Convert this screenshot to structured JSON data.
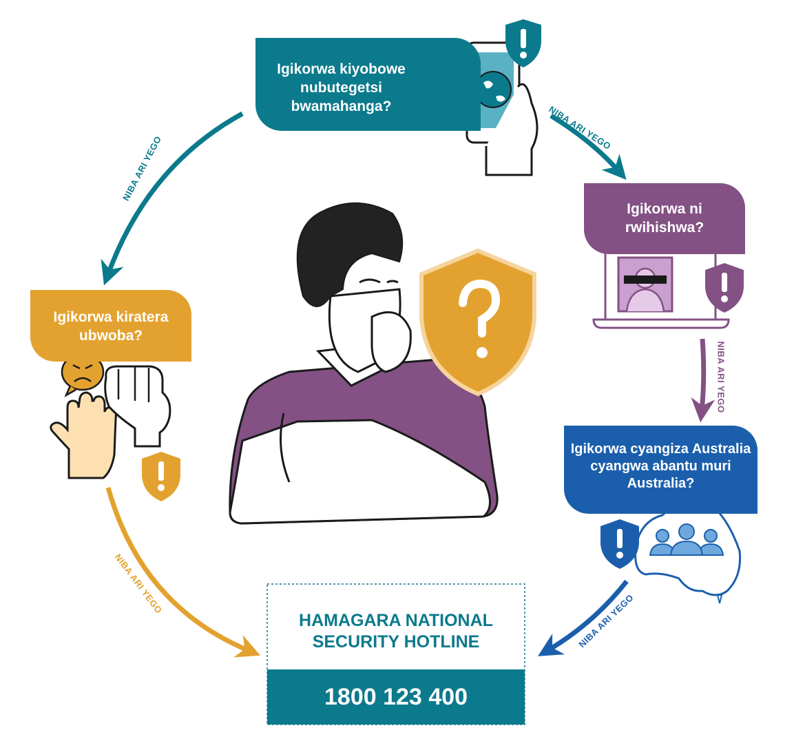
{
  "questions": {
    "foreign_gov": "Igikorwa kiyobowe nubutegetsi bwamahanga?",
    "secret": "Igikorwa ni rwihishwa?",
    "australia": "Igikorwa cyangiza Australia cyangwa abantu muri Australia?",
    "fear": "Igikorwa kiratera ubwoba?"
  },
  "arrow_label": "NIBA ARI YEGO",
  "hotline": {
    "title": "HAMAGARA NATIONAL SECURITY HOTLINE",
    "number": "1800 123 400"
  },
  "icons": [
    "phone-globe-icon",
    "laptop-masked-person-icon",
    "australia-map-people-icon",
    "angry-face-icon",
    "hand-fist-icon",
    "shield-question-icon",
    "alert-shield-icon",
    "thinking-person-icon"
  ],
  "colors": {
    "teal": "#0b7a8c",
    "purple": "#835184",
    "blue": "#1b5fac",
    "orange": "#e3a22f"
  }
}
